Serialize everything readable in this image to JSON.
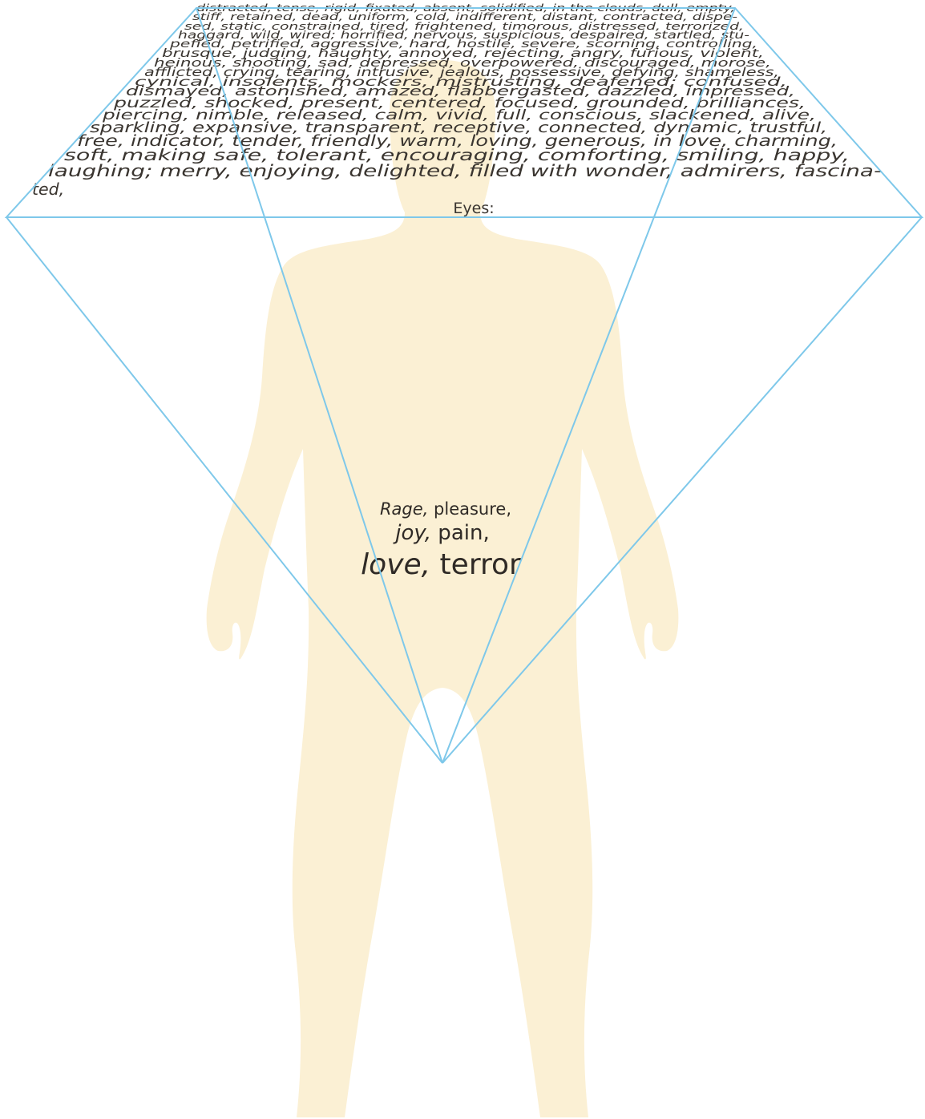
{
  "colors": {
    "figure": "#fbf0d4",
    "lines": "#7ec8ea",
    "text": "#3a3530"
  },
  "eyes_label": "Eyes:",
  "word_lines": [
    "distracted, tense, rigid, fixated, absent, solidified, in the clouds, dull, empty,",
    "stiff, retained, dead, uniform, cold, indifferent, distant, contracted, dispe-",
    "sed, static, constrained, tired, frightened, timorous, distressed, terrorized,",
    "haggard, wild, wired; horrified, nervous, suspicious, despaired, startled, stu-",
    "pefied, petrified, aggressive, hard, hostile, severe, scorning, controlling,",
    "brusque, judging, haughty, annoyed, rejecting, angry, furious, violent,",
    "heinous, shooting, sad, depressed, overpowered, discouraged, morose,",
    "afflicted, crying, tearing, intrusive, jealous, possessive, defying, shameless,",
    "cynical, insolents, mockers, mistrusting, deafened; confused,",
    "dismayed, astonished, amazed, flabbergasted, dazzled, impressed,",
    "puzzled, shocked,  present, centered, focused, grounded, brilliances,",
    "piercing, nimble, released, calm, vivid, full, conscious, slackened, alive,",
    "sparkling, expansive, transparent, receptive, connected, dynamic, trustful,",
    "free, indicator, tender, friendly, warm, loving, generous, in love, charming,",
    "soft, making safe, tolerant, encouraging, comforting, smiling, happy,",
    "laughing; merry, enjoying,  delighted, filled with wonder, admirers, fascina-",
    "ted,"
  ],
  "center_text": {
    "line1_italic": "Rage,",
    "line1_rest": " pleasure,",
    "line2_italic": "joy,",
    "line2_rest": " pain,",
    "line3_italic": "love,",
    "line3_rest": " terror"
  }
}
